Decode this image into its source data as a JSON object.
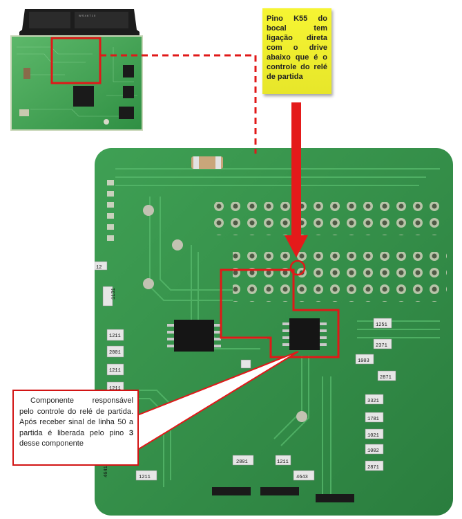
{
  "pin_note": {
    "text": "Pino K55 do bocal tem ligação direta com o drive abaixo que é o controle do relé de partida"
  },
  "component_note": {
    "text_before": "Componente responsável pelo controle do relé de partida. Após receber sinal de linha 50 a partida é liberada pelo pino ",
    "pin_number": "3",
    "text_after": " desse componente"
  },
  "ecu_label": "W S 4 6 7 1 0",
  "pcb_labels": {
    "c1211_a": "1211",
    "c1211_b": "1211",
    "c1211_c": "1211",
    "c1211_d": "1211",
    "c1211_e": "1211",
    "c2001": "2001",
    "c2801": "2801",
    "c2371": "2371",
    "c2871_a": "2871",
    "c2871_b": "2871",
    "c1003": "1003",
    "c1002": "1002",
    "c1781": "1781",
    "c1131": "1131",
    "c3321": "3321",
    "c4643": "4643",
    "c1021": "1021",
    "c1251": "1251",
    "c4641": "4641",
    "c12": "12"
  },
  "colors": {
    "board_green": "#2e8c45",
    "trace_green": "#4fb063",
    "highlight_red": "#e01818",
    "note_yellow": "#f2f22f"
  }
}
